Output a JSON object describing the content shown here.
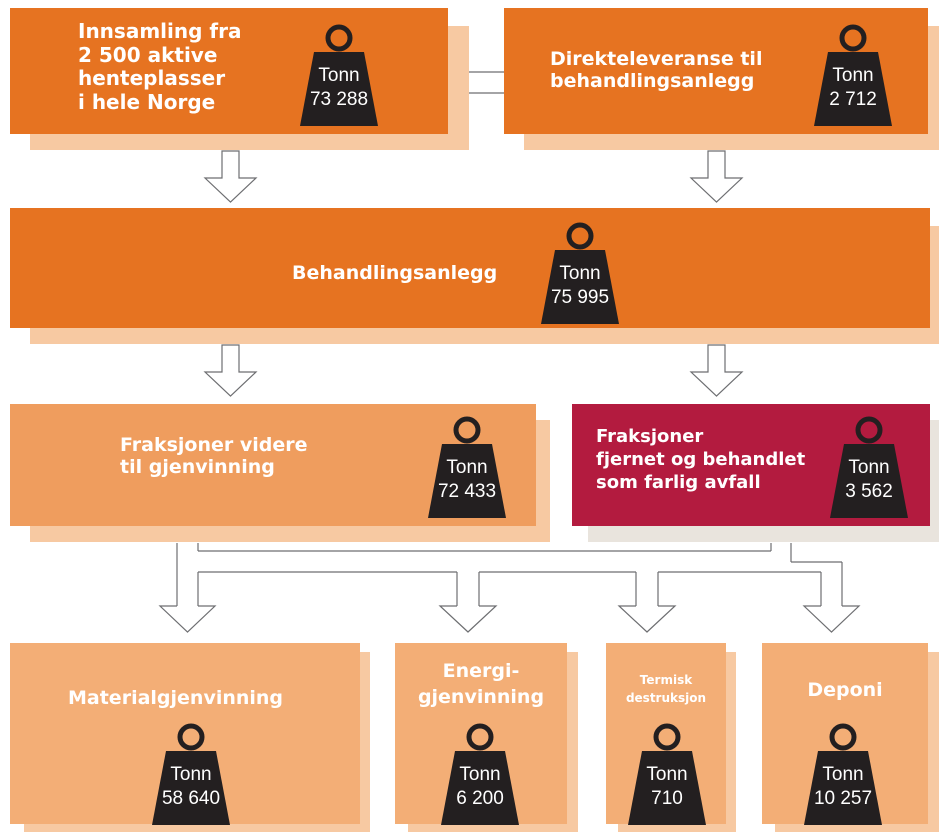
{
  "unit": "Tonn",
  "boxes": {
    "innsamling": {
      "lines": [
        "Innsamling fra",
        "2 500 aktive",
        "henteplasser",
        "i hele Norge"
      ],
      "tonn": "73 288"
    },
    "direkte": {
      "lines": [
        "Direkteleveranse til",
        "behandlingsanlegg"
      ],
      "tonn": "2 712"
    },
    "behandling": {
      "label": "Behandlingsanlegg",
      "tonn": "75 995"
    },
    "gjenvinning": {
      "lines": [
        "Fraksjoner videre",
        "til gjenvinning"
      ],
      "tonn": "72 433"
    },
    "farlig": {
      "lines": [
        "Fraksjoner",
        "fjernet og behandlet",
        "som farlig avfall"
      ],
      "tonn": "3 562"
    },
    "material": {
      "label": "Materialgjenvinning",
      "tonn": "58 640"
    },
    "energi": {
      "lines": [
        "Energi-",
        "gjenvinning"
      ],
      "tonn": "6 200"
    },
    "termisk": {
      "lines": [
        "Termisk",
        "destruksjon"
      ],
      "tonn": "710"
    },
    "deponi": {
      "label": "Deponi",
      "tonn": "10 257"
    }
  },
  "colors": {
    "dark_orange": "#e67321",
    "mid_orange": "#ef9d5e",
    "light_orange": "#f3ae76",
    "hazard_red": "#b31b3f",
    "weight_black": "#231f20"
  }
}
